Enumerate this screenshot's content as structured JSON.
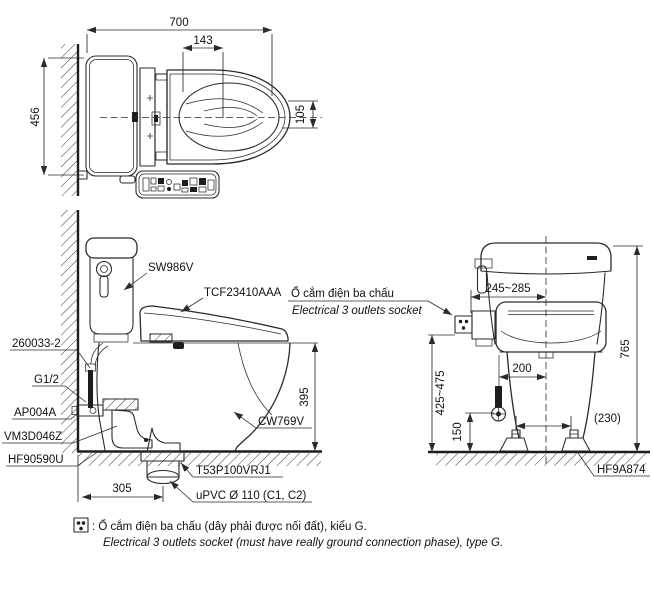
{
  "parts": {
    "cistern": "SW986V",
    "washlet": "TCF23410AAA",
    "supply_hose": "260033-2",
    "thread": "G1/2",
    "stop_valve": "AP004A",
    "gasket": "VM3D046Z",
    "fixing": "HF90590U",
    "bowl": "CW769V",
    "flange": "T53P100VRJ1",
    "drain_pipe": "uPVC Ø 110 (C1, C2)",
    "floor_fixing": "HF9A874"
  },
  "socket_callout": {
    "vi": "Ổ cắm điện ba chấu",
    "en": "Electrical 3 outlets socket"
  },
  "dimensions": {
    "top_view": {
      "overall_length": "700",
      "bowl_center": "143",
      "width": "456",
      "water_spot": "105"
    },
    "side_view": {
      "rough_in": "305",
      "rim_height": "395"
    },
    "front_view": {
      "socket_offset": "245~285",
      "supply_offset": "200",
      "total_height": "765",
      "socket_height": "425~475",
      "valve_height": "150",
      "bolt_spacing": "(230)"
    }
  },
  "note": {
    "vi": ": Ổ cắm điện ba chấu (dây phải được nối đất), kiểu G.",
    "en": "Electrical 3 outlets socket (must have really ground connection phase), type G."
  }
}
